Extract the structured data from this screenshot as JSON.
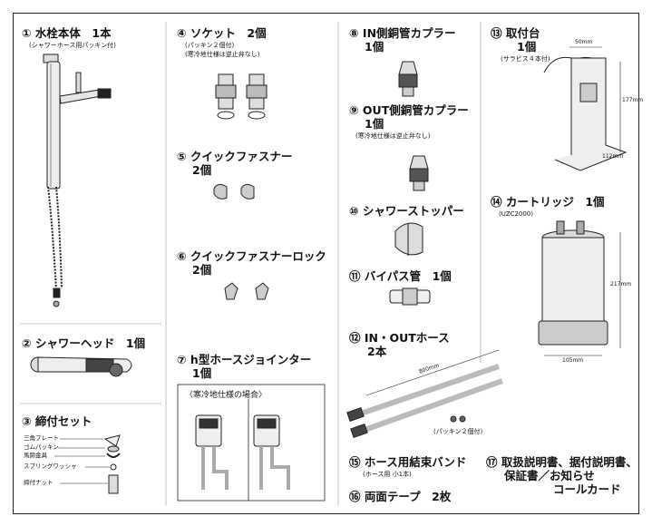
{
  "items": [
    {
      "line1": "① 水栓本体　1本",
      "note": "(シャワーホース用パッキン付)"
    },
    {
      "line1": "② シャワーヘッド　1個"
    },
    {
      "line1": "③ 締付セット",
      "parts": [
        "三角プレート",
        "ゴムパッキン",
        "馬蹄金具",
        "スプリングワッシャ",
        "締付ナット"
      ]
    },
    {
      "line1": "④ ソケット　2個",
      "note1": "(パッキン２個付)",
      "note2": "(寒冷地仕様は逆止弁なし)"
    },
    {
      "line1": "⑤ クイックファスナー",
      "line2": "2個"
    },
    {
      "line1": "⑥ クイックファスナーロック",
      "line2": "2個"
    },
    {
      "line1": "⑦ h型ホースジョインター",
      "line2": "1個",
      "box": "〈寒冷地仕様の場合〉"
    },
    {
      "line1": "⑧ IN側銅管カプラー",
      "line2": "1個"
    },
    {
      "line1": "⑨ OUT側銅管カプラー",
      "line2": "1個",
      "note": "(寒冷地仕様は逆止弁なし)"
    },
    {
      "line1": "⑩ シャワーストッパー"
    },
    {
      "line1": "⑪ バイパス管　1個"
    },
    {
      "line1": "⑫ IN・OUTホース",
      "line2": "2本",
      "dim": "800mm",
      "note": "(パッキン２個付)"
    },
    {
      "line1": "⑬ 取付台",
      "line2": "1個",
      "note": "(サラビス４本付)",
      "dims": [
        "50mm",
        "177mm",
        "112mm"
      ]
    },
    {
      "line1": "⑭ カートリッジ　1個",
      "note": "(UZC2000)",
      "dims": [
        "217mm",
        "105mm"
      ]
    },
    {
      "line1": "⑮ ホース用結束バンド",
      "note": "(ホース用 小1本)"
    },
    {
      "line1": "⑯ 両面テープ　2枚"
    },
    {
      "line1": "⑰ 取扱説明書、据付説明書、",
      "line2": "保証書／お知らせ",
      "line3": "コールカード"
    }
  ]
}
